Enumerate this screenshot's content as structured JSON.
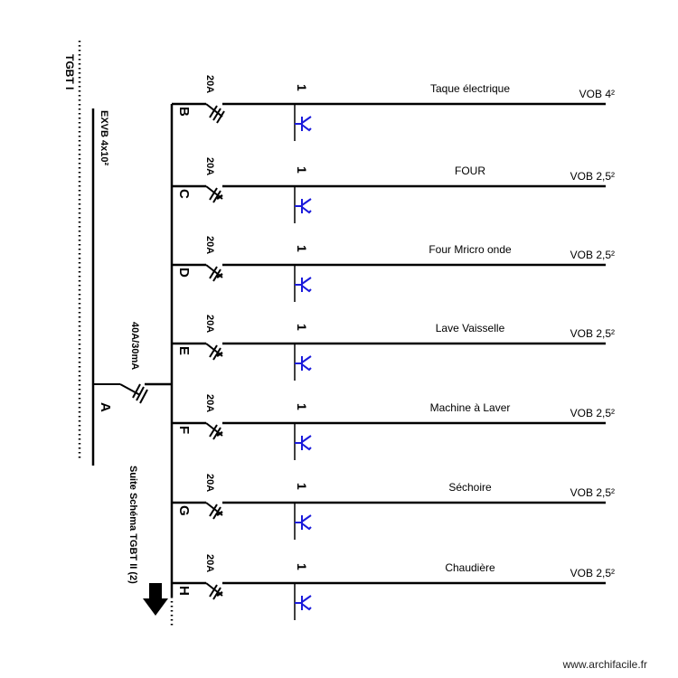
{
  "panel": {
    "title": "TGBT I",
    "cable": "EXVB 4x10²",
    "main_breaker": {
      "id": "A",
      "rating": "40A/30mA"
    },
    "continuation": "Suite Schéma TGBT II (2)"
  },
  "circuits": [
    {
      "id": "B",
      "rating": "20A",
      "count": "1",
      "name": "Taque électrique",
      "cable": "VOB 4²"
    },
    {
      "id": "C",
      "rating": "20A",
      "count": "1",
      "name": "FOUR",
      "cable": "VOB 2,5²"
    },
    {
      "id": "D",
      "rating": "20A",
      "count": "1",
      "name": "Four Mricro onde",
      "cable": "VOB 2,5²"
    },
    {
      "id": "E",
      "rating": "20A",
      "count": "1",
      "name": "Lave Vaisselle",
      "cable": "VOB 2,5²"
    },
    {
      "id": "F",
      "rating": "20A",
      "count": "1",
      "name": "Machine à Laver",
      "cable": "VOB 2,5²"
    },
    {
      "id": "G",
      "rating": "20A",
      "count": "1",
      "name": "Séchoire",
      "cable": "VOB 2,5²"
    },
    {
      "id": "H",
      "rating": "20A",
      "count": "1",
      "name": "Chaudière",
      "cable": "VOB 2,5²"
    }
  ],
  "watermark": "www.archifacile.fr",
  "colors": {
    "line": "#000000",
    "socket": "#1a1adb"
  }
}
